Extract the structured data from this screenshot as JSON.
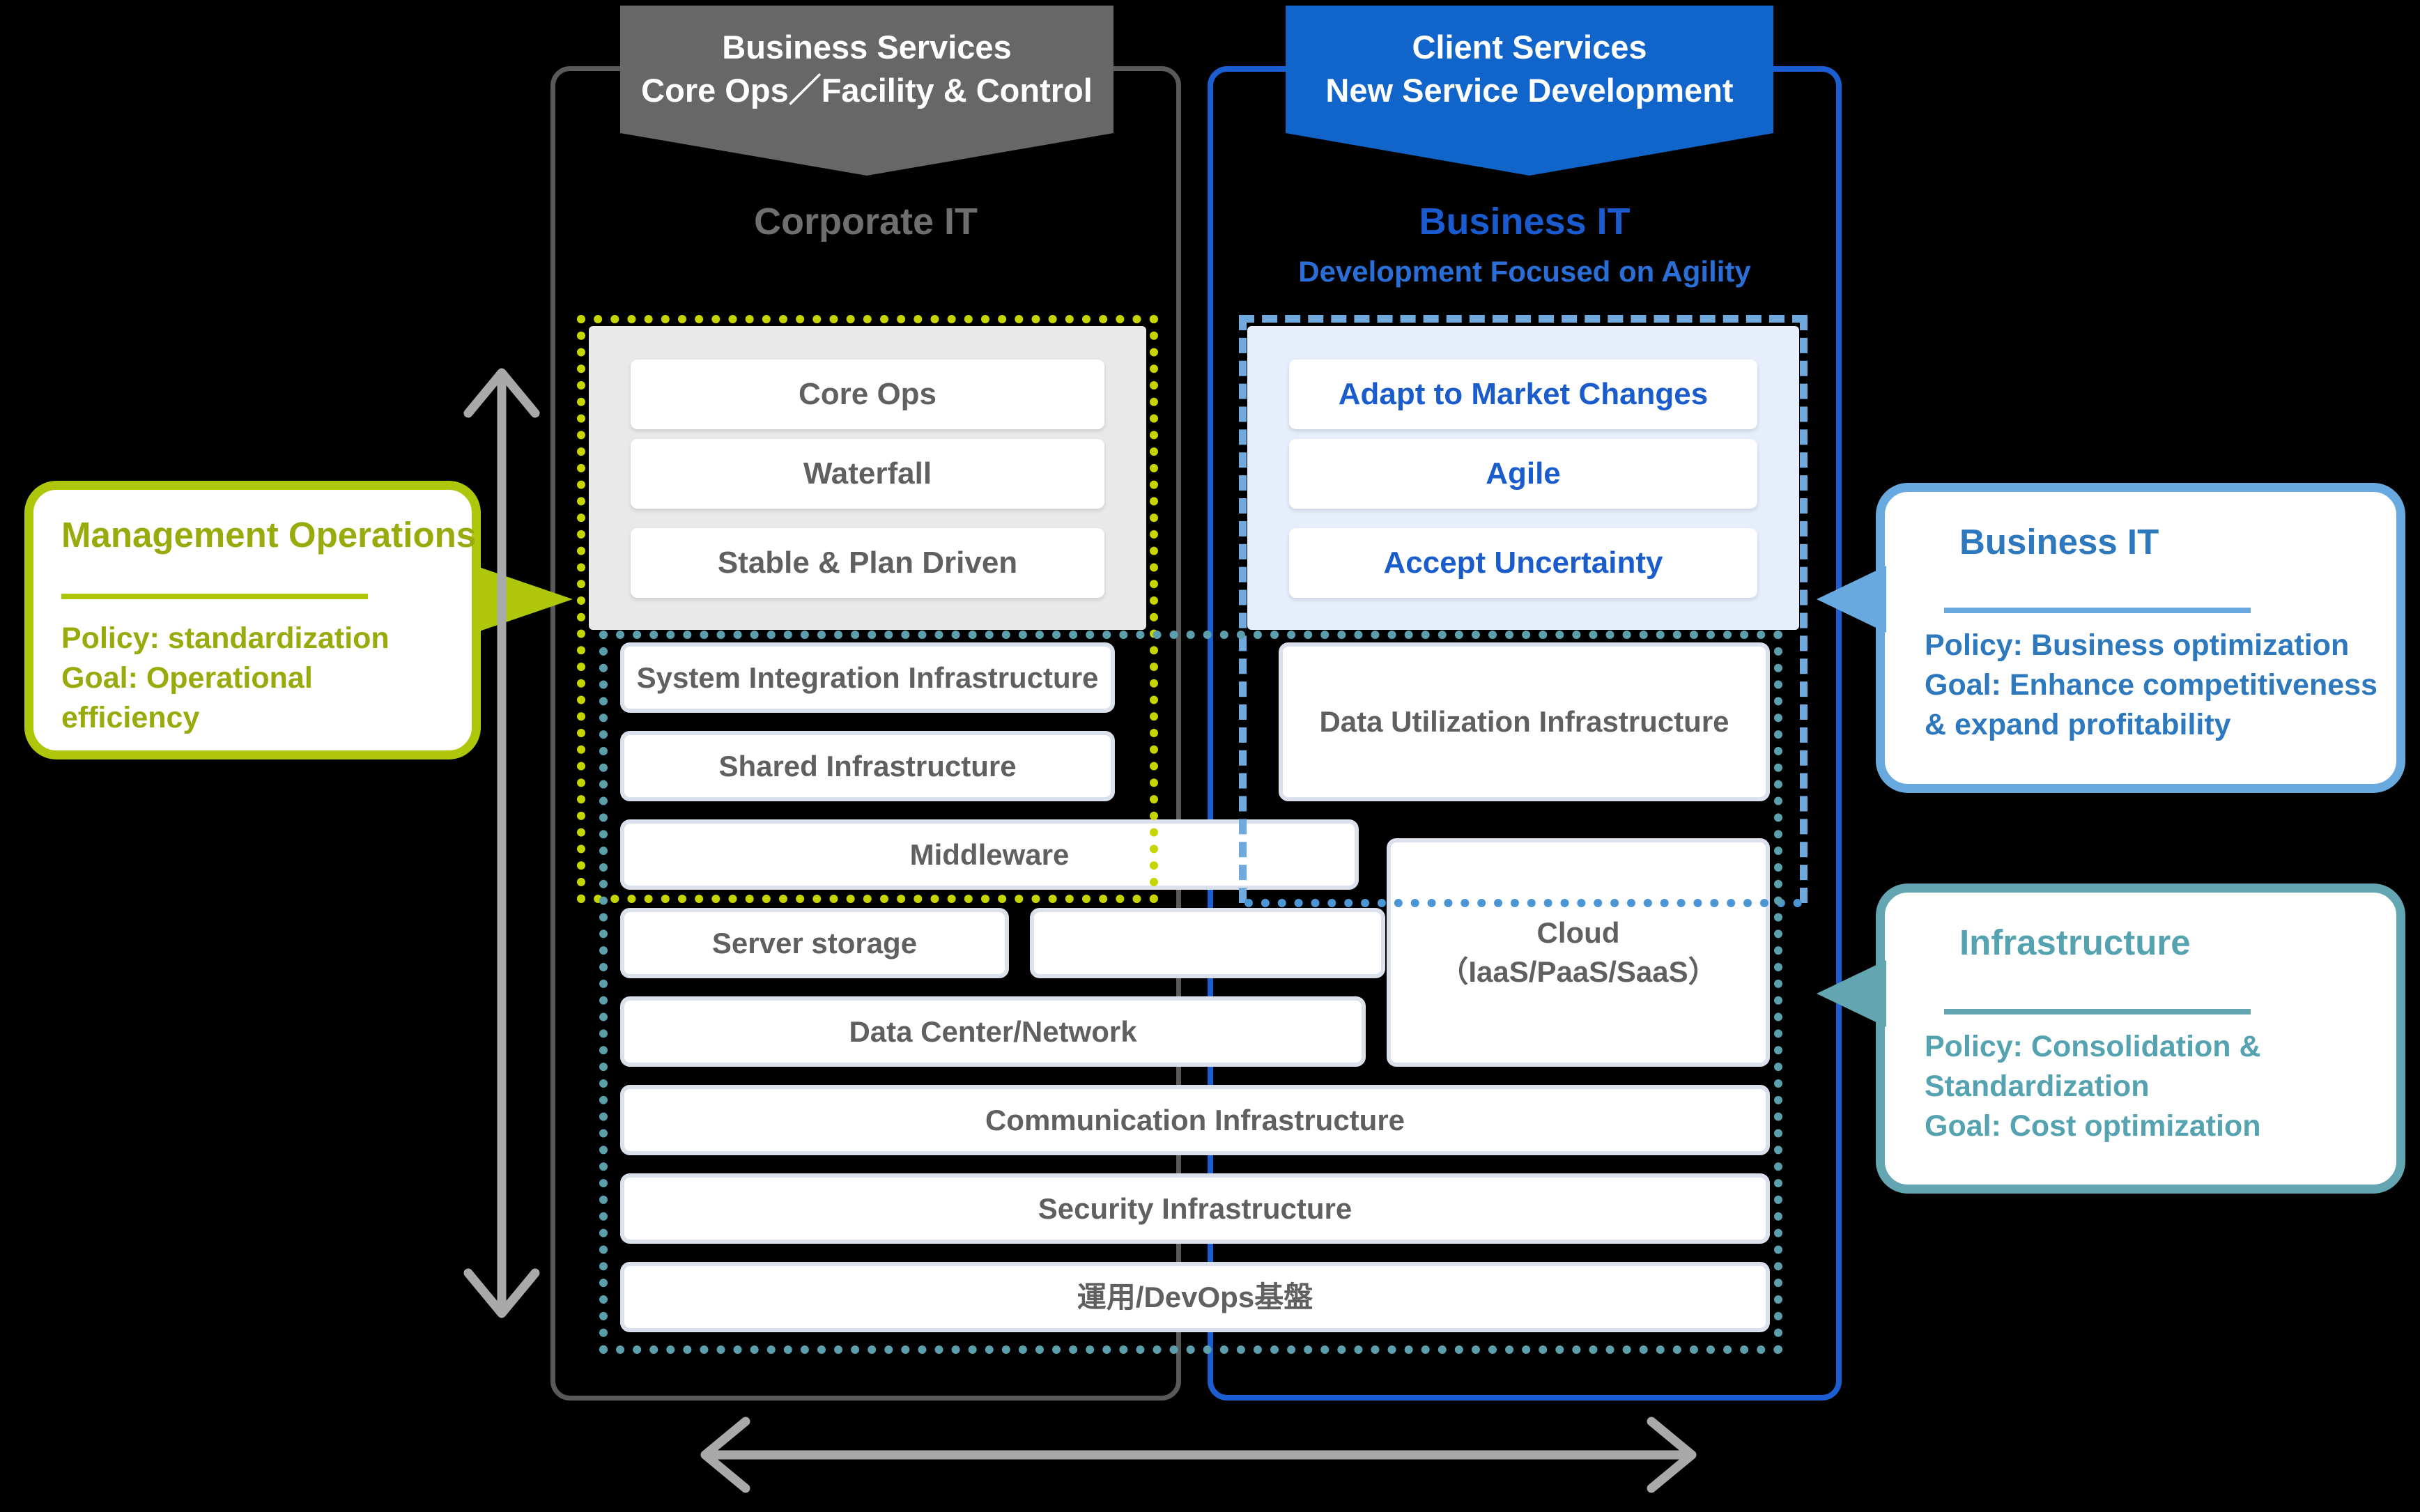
{
  "colors": {
    "banner_gray": "#676767",
    "banner_blue": "#1164C9",
    "container_gray": "#595959",
    "container_blue": "#1A5ED2",
    "corporate_text": "#6F6F6F",
    "businessit_text": "#1A5CD0",
    "agility_text": "#2A6FD8",
    "lime": "#AFC70B",
    "lime_dots": "#C6D400",
    "lime_text": "#99AB0C",
    "blue_dash": "#6FA9DE",
    "blue_dots": "#4D96D6",
    "blue_box_text": "#1A5CCC",
    "callout_blue": "#68AADF",
    "callout_blue_text": "#2E79BE",
    "teal": "#5C9FAC",
    "teal_border": "#63A6B2",
    "teal_text": "#55A2B0",
    "box_text": "#606060",
    "panel_gray": "#E9E9E9",
    "panel_blue": "#E5EEFA",
    "box_edge": "#DAE1EC",
    "arrow_gray": "#A9A9A9"
  },
  "banners": {
    "business_services": {
      "line1": "Business Services",
      "line2": "Core Ops／Facility & Control"
    },
    "client_services": {
      "line1": "Client Services",
      "line2": "New Service Development"
    }
  },
  "columns": {
    "corporate": {
      "title": "Corporate IT"
    },
    "business": {
      "title": "Business IT",
      "subtitle": "Development Focused on Agility"
    }
  },
  "corporate_panel": {
    "boxes": [
      "Core Ops",
      "Waterfall",
      "Stable & Plan Driven"
    ]
  },
  "business_panel": {
    "boxes": [
      "Adapt to Market Changes",
      "Agile",
      "Accept Uncertainty"
    ]
  },
  "infrastructure": {
    "system_integration": "System Integration Infrastructure",
    "shared": "Shared Infrastructure",
    "data_utilization": "Data Utilization Infrastructure",
    "middleware": "Middleware",
    "server_storage": "Server storage",
    "cloud_line1": "Cloud",
    "cloud_line2": "（IaaS/PaaS/SaaS）",
    "data_center": "Data Center/Network",
    "communication": "Communication Infrastructure",
    "security": "Security Infrastructure",
    "devops": "運用/DevOps基盤"
  },
  "callouts": {
    "management": {
      "title": "Management Operations",
      "lines": [
        "Policy: standardization",
        "Goal: Operational",
        "efficiency"
      ]
    },
    "business_it": {
      "title": "Business IT",
      "lines": [
        "Policy: Business optimization",
        "Goal: Enhance competitiveness",
        "& expand profitability"
      ]
    },
    "infrastructure": {
      "title": "Infrastructure",
      "lines": [
        "Policy: Consolidation &",
        "Standardization",
        "Goal: Cost optimization"
      ]
    }
  }
}
